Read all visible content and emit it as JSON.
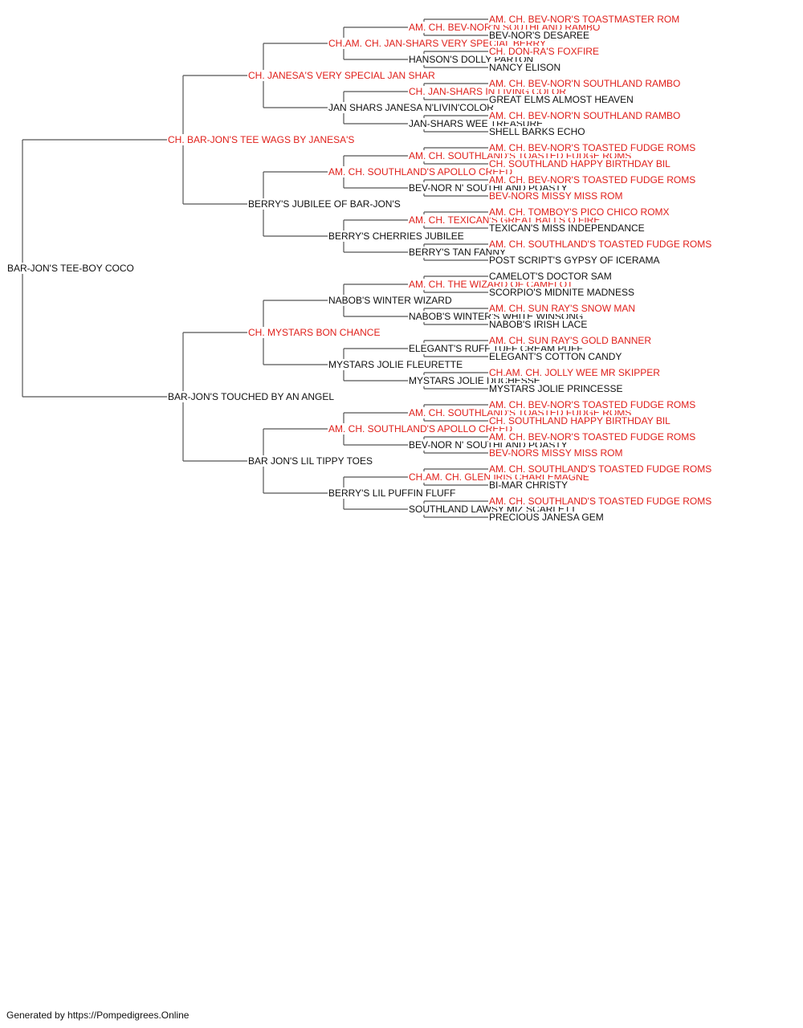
{
  "colors": {
    "champion": "#e0201b",
    "regular": "#111111",
    "line": "#555555"
  },
  "footer": "Generated by https://Pompedigrees.Online",
  "dog": {
    "name": "BAR-JON'S TEE-BOY COCO",
    "ch": false,
    "sire": {
      "name": "CH. BAR-JON'S TEE WAGS BY JANESA'S",
      "ch": true,
      "sire": {
        "name": "CH. JANESA'S VERY SPECIAL JAN SHAR",
        "ch": true,
        "sire": {
          "name": "CH.AM. CH. JAN-SHARS VERY SPECIAL BERRY",
          "ch": true,
          "sire": {
            "name": "AM. CH. BEV-NOR'N SOUTHLAND RAMBO",
            "ch": true,
            "sire": {
              "name": "AM. CH. BEV-NOR'S TOASTMASTER ROM",
              "ch": true
            },
            "dam": {
              "name": "BEV-NOR'S DESAREE",
              "ch": false
            }
          },
          "dam": {
            "name": "HANSON'S DOLLY PARTON",
            "ch": false,
            "sire": {
              "name": "CH. DON-RA'S FOXFIRE",
              "ch": true
            },
            "dam": {
              "name": "NANCY ELISON",
              "ch": false
            }
          }
        },
        "dam": {
          "name": "JAN SHARS JANESA N'LIVIN'COLOR",
          "ch": false,
          "sire": {
            "name": "CH. JAN-SHARS IN LIVING COLOR",
            "ch": true,
            "sire": {
              "name": "AM. CH. BEV-NOR'N SOUTHLAND RAMBO",
              "ch": true
            },
            "dam": {
              "name": "GREAT ELMS ALMOST HEAVEN",
              "ch": false
            }
          },
          "dam": {
            "name": "JAN-SHARS WEE TREASURE",
            "ch": false,
            "sire": {
              "name": "AM. CH. BEV-NOR'N SOUTHLAND RAMBO",
              "ch": true
            },
            "dam": {
              "name": "SHELL BARKS ECHO",
              "ch": false
            }
          }
        }
      },
      "dam": {
        "name": "BERRY'S JUBILEE OF BAR-JON'S",
        "ch": false,
        "sire": {
          "name": "AM. CH. SOUTHLAND'S APOLLO CREED",
          "ch": true,
          "sire": {
            "name": "AM. CH. SOUTHLAND'S TOASTED FUDGE ROMS",
            "ch": true,
            "sire": {
              "name": "AM. CH. BEV-NOR'S TOASTED FUDGE ROMS",
              "ch": true
            },
            "dam": {
              "name": "CH. SOUTHLAND HAPPY BIRTHDAY BIL",
              "ch": true
            }
          },
          "dam": {
            "name": "BEV-NOR N' SOUTHLAND POASTY",
            "ch": false,
            "sire": {
              "name": "AM. CH. BEV-NOR'S TOASTED FUDGE ROMS",
              "ch": true
            },
            "dam": {
              "name": "BEV-NORS MISSY MISS ROM",
              "ch": true
            }
          }
        },
        "dam": {
          "name": "BERRY'S CHERRIES JUBILEE",
          "ch": false,
          "sire": {
            "name": "AM. CH. TEXICAN'S GREAT BALLS O FIRE",
            "ch": true,
            "sire": {
              "name": "AM. CH. TOMBOY'S PICO CHICO ROMX",
              "ch": true
            },
            "dam": {
              "name": "TEXICAN'S MISS INDEPENDANCE",
              "ch": false
            }
          },
          "dam": {
            "name": "BERRY'S TAN FANNY",
            "ch": false,
            "sire": {
              "name": "AM. CH. SOUTHLAND'S TOASTED FUDGE ROMS",
              "ch": true
            },
            "dam": {
              "name": "POST SCRIPT'S GYPSY OF ICERAMA",
              "ch": false
            }
          }
        }
      }
    },
    "dam": {
      "name": "BAR-JON'S TOUCHED BY AN ANGEL",
      "ch": false,
      "sire": {
        "name": "CH. MYSTARS BON CHANCE",
        "ch": true,
        "sire": {
          "name": "NABOB'S WINTER WIZARD",
          "ch": false,
          "sire": {
            "name": "AM. CH. THE WIZARD OF CAMELOT",
            "ch": true,
            "sire": {
              "name": "CAMELOT'S DOCTOR SAM",
              "ch": false
            },
            "dam": {
              "name": "SCORPIO'S MIDNITE MADNESS",
              "ch": false
            }
          },
          "dam": {
            "name": "NABOB'S WINTER'S WHITE WINSONG",
            "ch": false,
            "sire": {
              "name": "AM. CH. SUN RAY'S SNOW MAN",
              "ch": true
            },
            "dam": {
              "name": "NABOB'S IRISH LACE",
              "ch": false
            }
          }
        },
        "dam": {
          "name": "MYSTARS JOLIE FLEURETTE",
          "ch": false,
          "sire": {
            "name": "ELEGANT'S RUFF TUFF CREAM PUFF",
            "ch": false,
            "sire": {
              "name": "AM. CH. SUN RAY'S GOLD BANNER",
              "ch": true
            },
            "dam": {
              "name": "ELEGANT'S COTTON CANDY",
              "ch": false
            }
          },
          "dam": {
            "name": "MYSTARS JOLIE DUCHESSE",
            "ch": false,
            "sire": {
              "name": "CH.AM. CH. JOLLY WEE MR SKIPPER",
              "ch": true
            },
            "dam": {
              "name": "MYSTARS JOLIE PRINCESSE",
              "ch": false
            }
          }
        }
      },
      "dam": {
        "name": "BAR JON'S LIL TIPPY TOES",
        "ch": false,
        "sire": {
          "name": "AM. CH. SOUTHLAND'S APOLLO CREED",
          "ch": true,
          "sire": {
            "name": "AM. CH. SOUTHLAND'S TOASTED FUDGE ROMS",
            "ch": true,
            "sire": {
              "name": "AM. CH. BEV-NOR'S TOASTED FUDGE ROMS",
              "ch": true
            },
            "dam": {
              "name": "CH. SOUTHLAND HAPPY BIRTHDAY BIL",
              "ch": true
            }
          },
          "dam": {
            "name": "BEV-NOR N' SOUTHLAND POASTY",
            "ch": false,
            "sire": {
              "name": "AM. CH. BEV-NOR'S TOASTED FUDGE ROMS",
              "ch": true
            },
            "dam": {
              "name": "BEV-NORS MISSY MISS ROM",
              "ch": true
            }
          }
        },
        "dam": {
          "name": "BERRY'S LIL PUFFIN FLUFF",
          "ch": false,
          "sire": {
            "name": "CH.AM. CH. GLEN IRIS CHARLEMAGNE",
            "ch": true,
            "sire": {
              "name": "AM. CH. SOUTHLAND'S TOASTED FUDGE ROMS",
              "ch": true
            },
            "dam": {
              "name": "BI-MAR CHRISTY",
              "ch": false
            }
          },
          "dam": {
            "name": "SOUTHLAND LAWSY MIZ SCARLETT",
            "ch": false,
            "sire": {
              "name": "AM. CH. SOUTHLAND'S TOASTED FUDGE ROMS",
              "ch": true
            },
            "dam": {
              "name": "PRECIOUS JANESA GEM",
              "ch": false
            }
          }
        }
      }
    }
  }
}
